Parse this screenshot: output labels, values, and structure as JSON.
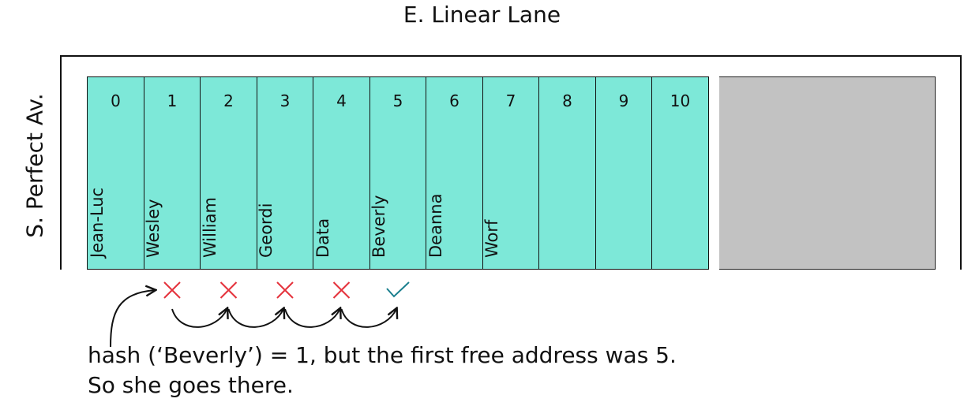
{
  "title": "E. Linear Lane",
  "side_label": "S. Perfect Av.",
  "slots": [
    {
      "index": "0",
      "name": "Jean-Luc"
    },
    {
      "index": "1",
      "name": "Wesley"
    },
    {
      "index": "2",
      "name": "William"
    },
    {
      "index": "3",
      "name": "Geordi"
    },
    {
      "index": "4",
      "name": "Data"
    },
    {
      "index": "5",
      "name": "Beverly"
    },
    {
      "index": "6",
      "name": "Deanna"
    },
    {
      "index": "7",
      "name": "Worf"
    },
    {
      "index": "8",
      "name": ""
    },
    {
      "index": "9",
      "name": ""
    },
    {
      "index": "10",
      "name": ""
    }
  ],
  "probes": [
    {
      "slot": 1,
      "result": "fail",
      "icon": "cross-icon"
    },
    {
      "slot": 2,
      "result": "fail",
      "icon": "cross-icon"
    },
    {
      "slot": 3,
      "result": "fail",
      "icon": "cross-icon"
    },
    {
      "slot": 4,
      "result": "fail",
      "icon": "cross-icon"
    },
    {
      "slot": 5,
      "result": "success",
      "icon": "check-icon"
    }
  ],
  "colors": {
    "slot_fill": "#7de8d8",
    "empty_area": "#c2c2c2",
    "fail_mark": "#e5323c",
    "success_mark": "#1a7f8e",
    "ink": "#111111"
  },
  "caption": {
    "line1": "hash (‘Beverly’) = 1, but the first free address was 5.",
    "line2": "So she goes there."
  }
}
